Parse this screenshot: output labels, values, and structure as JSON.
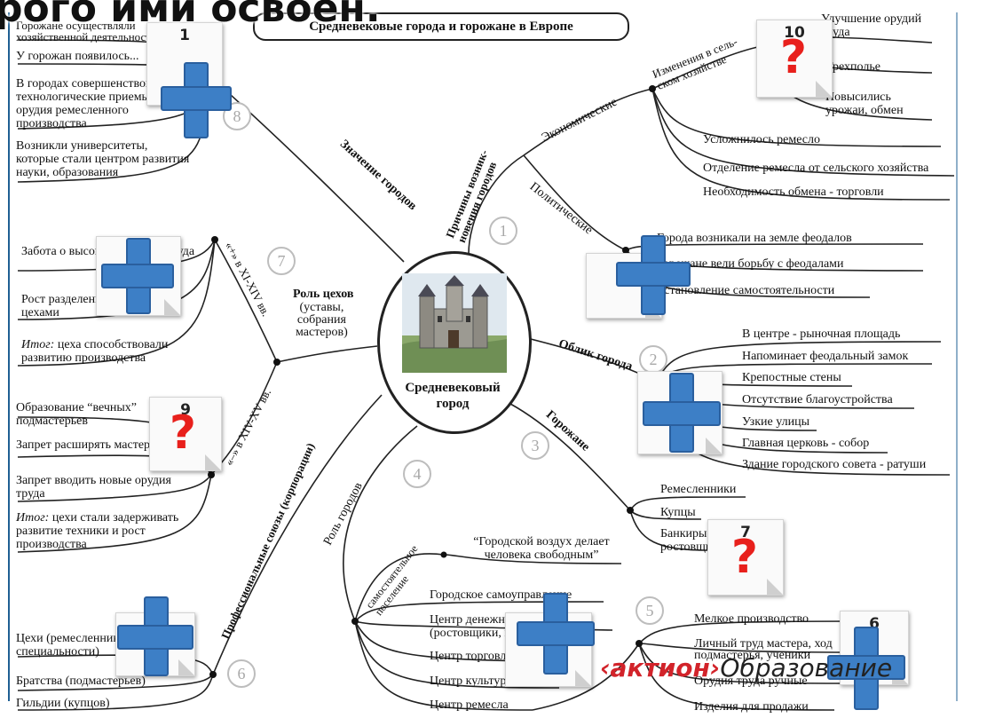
{
  "overlay_heading": "рого ими освоен.",
  "title": "Средневековые города и горожане в Европе",
  "center": {
    "label_line1": "Средневековый",
    "label_line2": "город"
  },
  "branch_numbers": [
    "1",
    "2",
    "3",
    "4",
    "5",
    "6",
    "7",
    "8"
  ],
  "branches": {
    "causes": "Причины возник-\nновения городов",
    "economic": "Экономические",
    "political": "Политические",
    "agri_change": "Изменения в сель-\nском хозяйстве",
    "meaning": "Значение городов",
    "appearance": "Облик города",
    "citizens": "Горожане",
    "city_role": "Роль городов",
    "self_gov": "самостоятельное\nпоселение",
    "guild_role_title": "Роль цехов",
    "guild_role_sub": "(уставы,\nсобрания\nмастеров)",
    "plus_period": "«+» в XI-XIV вв.",
    "minus_period": "«–» в XIV-XV вв.",
    "prof_unions": "Профессиональные союзы (корпорации)"
  },
  "economic_items": [
    "Улучшение орудий труда",
    "Трехполье",
    "Повысились урожаи, обмен",
    "Усложнилось ремесло",
    "Отделение ремесла от сельского хозяйства",
    "Необходимость обмена - торговли"
  ],
  "political_items": [
    "Города возникали на земле феодалов",
    "Горожане вели борьбу с феодалами",
    "Установление самостоятельности"
  ],
  "appearance_items": [
    "В центре - рыночная площадь",
    "Напоминает феодальный замок",
    "Крепостные стены",
    "Отсутствие благоустройства",
    "Узкие улицы",
    "Главная церковь - собор",
    "Здание городского совета - ратуши"
  ],
  "citizen_items": [
    "Ремесленники",
    "Купцы",
    "Банкиры, ростовщики"
  ],
  "meaning_items": [
    "Горожане осуществляли хозяйственной деятельность",
    "У горожан появилось...",
    "В городах совершенствовались технологические приемы и орудия ремесленного производства",
    "Возникли университеты, которые стали центром развития науки, образования"
  ],
  "quote": "“Городской воздух делает человека свободным”",
  "city_role_items": [
    "Городское самоуправление",
    "Центр денежных операций (ростовщики, менялы)",
    "Центр торговли",
    "Центр культуры",
    "Центр ремесла"
  ],
  "craft_items": [
    "Мелкое производство",
    "Личный труд мастера, ход подмастерья, ученики",
    "Орудия труда ручные",
    "Изделия для продажи"
  ],
  "guild_plus_items": [
    "Забота о высоком качестве труда",
    "Рост разделения труда между цехами"
  ],
  "guild_plus_result_label": "Итог:",
  "guild_plus_result": "цеха способствовали развитию производства",
  "guild_minus_items": [
    "Образование “вечных” подмастерьев",
    "Запрет расширять мастерские",
    "Запрет вводить новые орудия труда"
  ],
  "guild_minus_result_label": "Итог:",
  "guild_minus_result": "цехи стали задерживать развитие техники и рост производства",
  "union_items": [
    "Цехи (ремесленники одной специальности)",
    "Братства (подмастерьев)",
    "Гильдии (купцов)"
  ],
  "cards": [
    {
      "id": "1",
      "mark": "plus"
    },
    {
      "id": "10",
      "mark": "question"
    },
    {
      "id": "",
      "mark": "plus"
    },
    {
      "id": "",
      "mark": "plus"
    },
    {
      "id": "",
      "mark": "plus"
    },
    {
      "id": "9",
      "mark": "question"
    },
    {
      "id": "7",
      "mark": "question"
    },
    {
      "id": "",
      "mark": "plus"
    },
    {
      "id": "",
      "mark": "plus"
    },
    {
      "id": "6",
      "mark": "plus"
    }
  ],
  "brand": {
    "part1": "‹актион›",
    "part2": "Образование"
  },
  "colors": {
    "plus_fill": "#3d7fc6",
    "question": "#e8201c",
    "brand_red": "#d2232a"
  }
}
